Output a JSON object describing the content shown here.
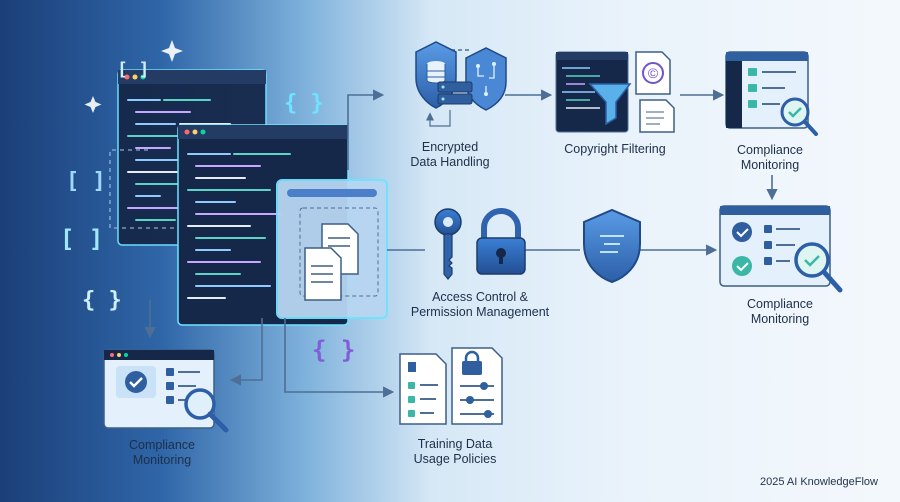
{
  "nodes": {
    "encrypted": {
      "line1": "Encrypted",
      "line2": "Data Handling"
    },
    "copyright": {
      "line1": "Copyright Filtering"
    },
    "compliance_top": {
      "line1": "Compliance",
      "line2": "Monitoring"
    },
    "access": {
      "line1": "Access Control &",
      "line2": "Permission Management"
    },
    "compliance_mid": {
      "line1": "Compliance",
      "line2": "Monitoring"
    },
    "compliance_left": {
      "line1": "Compliance",
      "line2": "Monitoring"
    },
    "training": {
      "line1": "Training Data",
      "line2": "Usage Policies"
    }
  },
  "glyphs": {
    "bracket_1": "[ ]",
    "bracket_2": "[ ]",
    "bracket_3": "[ ]",
    "brace_1": "{ }",
    "brace_2": "{ }",
    "brace_3": "{ }",
    "copyright_symbol": "©"
  },
  "footer": {
    "text": "2025 AI KnowledgeFlow"
  },
  "colors": {
    "accent": "#3f7fd0",
    "connector": "#4d6f95",
    "check": "#3ab7a6",
    "dark_panel": "#15284a",
    "glow": "#6fe3ff"
  }
}
